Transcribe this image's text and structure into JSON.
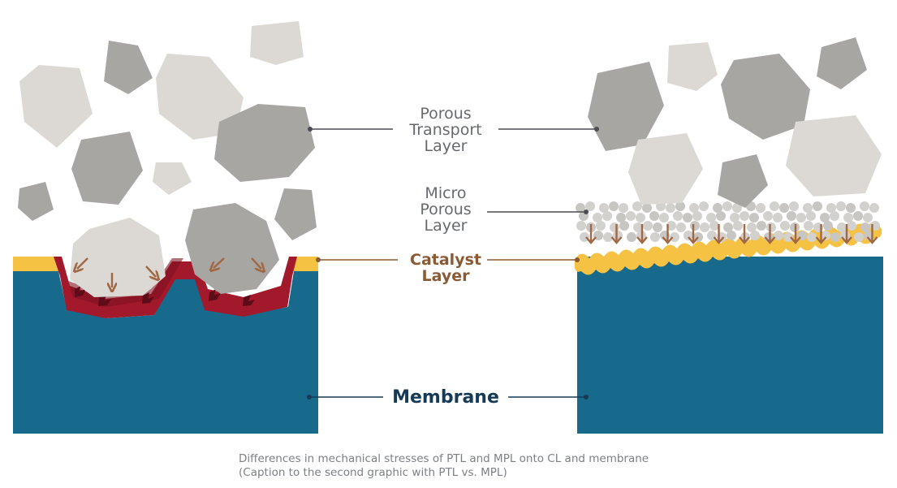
{
  "labels": {
    "ptl": [
      "Porous",
      "Transport",
      "Layer"
    ],
    "mpl": [
      "Micro",
      "Porous",
      "Layer"
    ],
    "catalyst": [
      "Catalyst",
      "Layer"
    ],
    "membrane": "Membrane"
  },
  "caption": "Differences in mechanical stresses of PTL and MPL onto CL and membrane (Caption to the second graphic with PTL vs. MPL)",
  "colors": {
    "membrane": "#176a8c",
    "catalyst": "#f6c243",
    "catalyst_damaged": "#a3192c",
    "stone_light": "#dcd8d3",
    "stone_dark": "#a8a6a3",
    "arrow": "#a06845",
    "leader_line": "#4a4d52",
    "particle": "#d8d6d3"
  }
}
